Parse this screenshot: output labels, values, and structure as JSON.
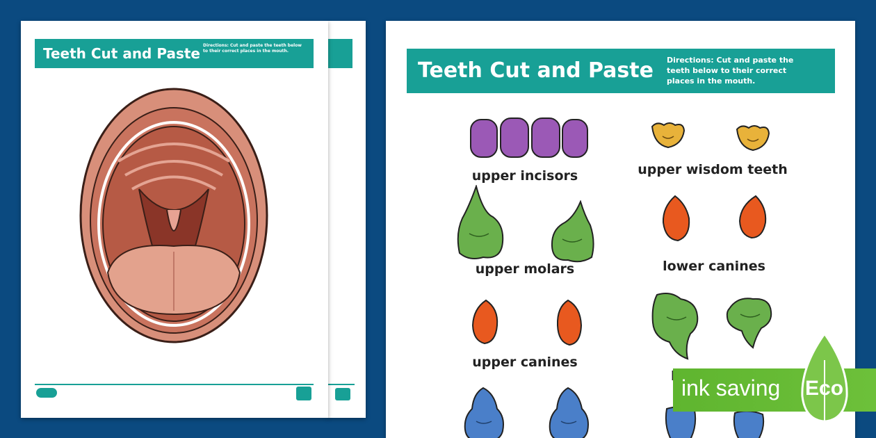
{
  "worksheet": {
    "title": "Teeth Cut and Paste",
    "directions": "Directions: Cut and paste the teeth below to their correct places in the mouth."
  },
  "labels": {
    "upper_incisors": "upper incisors",
    "upper_wisdom_teeth": "upper wisdom teeth",
    "upper_molars": "upper molars",
    "lower_canines": "lower canines",
    "upper_canines": "upper canines",
    "partial_label": "l"
  },
  "badge": {
    "ink_saving": "ink saving",
    "eco": "Eco"
  },
  "colors": {
    "banner": "#18a096",
    "background": "#0b4a80",
    "incisors": "#9b59b6",
    "wisdom": "#e8b23a",
    "canines": "#e8591f",
    "molars": "#6ab04c",
    "lower_teeth": "#4a7fc9",
    "badge": "#64b932"
  }
}
